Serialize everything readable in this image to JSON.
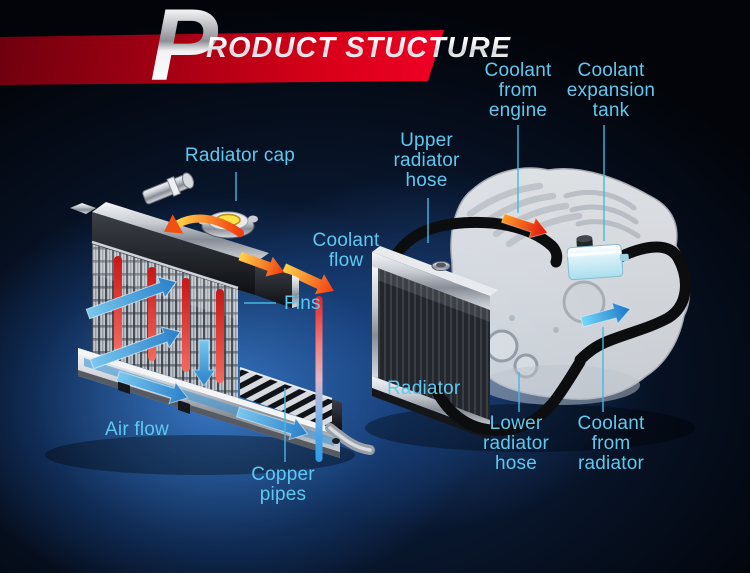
{
  "header": {
    "title_initial": "P",
    "title_rest": "RODUCT STUCTURE",
    "full_title": "PRODUCT STUCTURE"
  },
  "labels": {
    "radiator_cap": "Radiator cap",
    "coolant_flow": "Coolant\nflow",
    "fins": "Fins",
    "air_flow": "Air flow",
    "copper_pipes": "Copper\npipes",
    "upper_radiator_hose": "Upper\nradiator\nhose",
    "radiator": "Radiator",
    "coolant_from_engine": "Coolant\nfrom\nengine",
    "coolant_expansion_tank": "Coolant\nexpansion\ntank",
    "lower_radiator_hose": "Lower\nradiator\nhose",
    "coolant_from_radiator": "Coolant\nfrom\nradiator"
  },
  "colors": {
    "banner_red": "#e4001e",
    "label_cyan": "#5fc8ee",
    "leader_line": "#46b8e0",
    "hot_coolant": "#e62222",
    "warm_arrow": "#ff9a28",
    "cold_coolant": "#2f9ce8",
    "air_arrow_blue": "#3b9adc",
    "background_glow": "#2e66ad"
  }
}
